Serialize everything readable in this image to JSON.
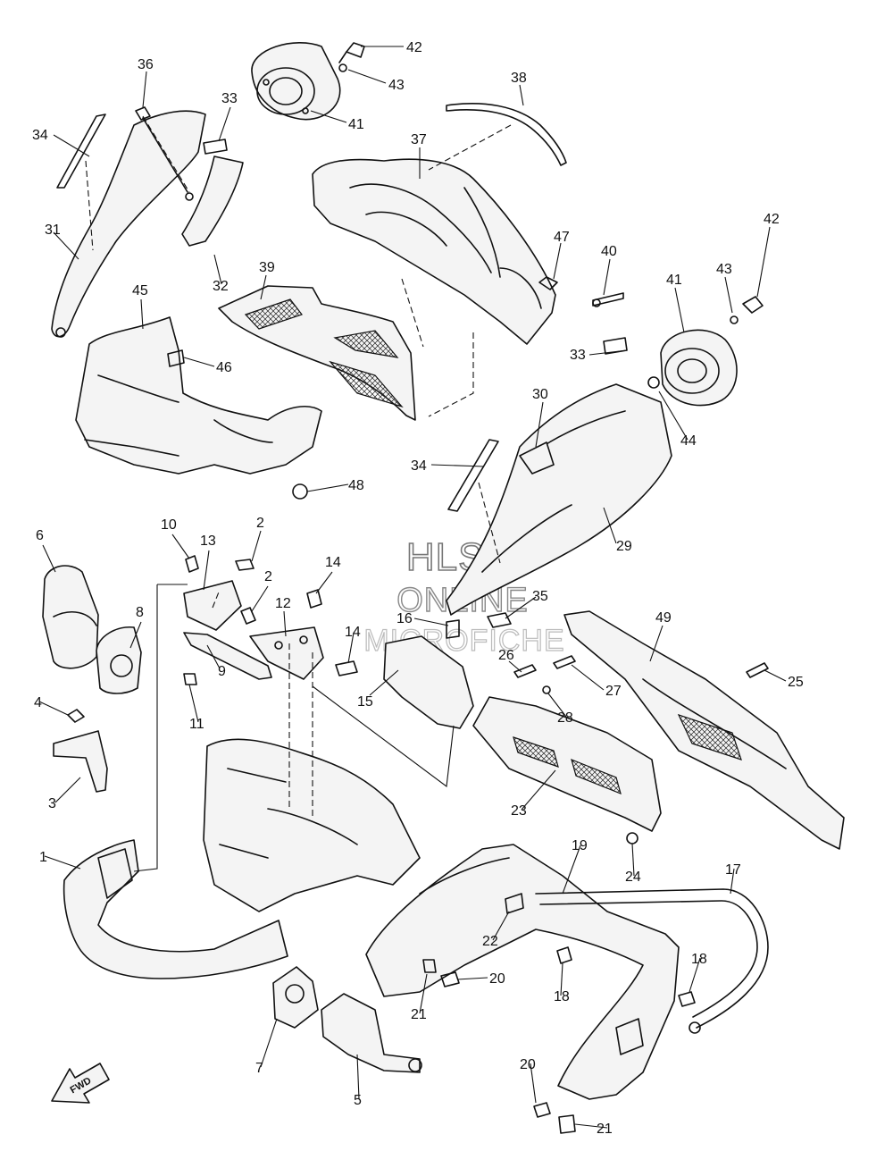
{
  "watermark": {
    "line1": "HLSM",
    "line2": "ONLINE",
    "line3": "MICROFICHE"
  },
  "fwd_label": "FWD",
  "callouts": [
    {
      "id": "c42a",
      "label": "42"
    },
    {
      "id": "c43a",
      "label": "43"
    },
    {
      "id": "c41a",
      "label": "41"
    },
    {
      "id": "c38",
      "label": "38"
    },
    {
      "id": "c36",
      "label": "36"
    },
    {
      "id": "c33a",
      "label": "33"
    },
    {
      "id": "c34a",
      "label": "34"
    },
    {
      "id": "c37",
      "label": "37"
    },
    {
      "id": "c31",
      "label": "31"
    },
    {
      "id": "c32",
      "label": "32"
    },
    {
      "id": "c47",
      "label": "47"
    },
    {
      "id": "c40",
      "label": "40"
    },
    {
      "id": "c42b",
      "label": "42"
    },
    {
      "id": "c43b",
      "label": "43"
    },
    {
      "id": "c41b",
      "label": "41"
    },
    {
      "id": "c39",
      "label": "39"
    },
    {
      "id": "c45",
      "label": "45"
    },
    {
      "id": "c46",
      "label": "46"
    },
    {
      "id": "c33b",
      "label": "33"
    },
    {
      "id": "c30",
      "label": "30"
    },
    {
      "id": "c44",
      "label": "44"
    },
    {
      "id": "c34b",
      "label": "34"
    },
    {
      "id": "c48",
      "label": "48"
    },
    {
      "id": "c29",
      "label": "29"
    },
    {
      "id": "c10",
      "label": "10"
    },
    {
      "id": "c2a",
      "label": "2"
    },
    {
      "id": "c6",
      "label": "6"
    },
    {
      "id": "c13",
      "label": "13"
    },
    {
      "id": "c14a",
      "label": "14"
    },
    {
      "id": "c2b",
      "label": "2"
    },
    {
      "id": "c8",
      "label": "8"
    },
    {
      "id": "c12",
      "label": "12"
    },
    {
      "id": "c35",
      "label": "35"
    },
    {
      "id": "c16",
      "label": "16"
    },
    {
      "id": "c49",
      "label": "49"
    },
    {
      "id": "c14b",
      "label": "14"
    },
    {
      "id": "c26",
      "label": "26"
    },
    {
      "id": "c9",
      "label": "9"
    },
    {
      "id": "c25",
      "label": "25"
    },
    {
      "id": "c27",
      "label": "27"
    },
    {
      "id": "c15",
      "label": "15"
    },
    {
      "id": "c4",
      "label": "4"
    },
    {
      "id": "c11",
      "label": "11"
    },
    {
      "id": "c28",
      "label": "28"
    },
    {
      "id": "c3",
      "label": "3"
    },
    {
      "id": "c23",
      "label": "23"
    },
    {
      "id": "c1",
      "label": "1"
    },
    {
      "id": "c19",
      "label": "19"
    },
    {
      "id": "c17",
      "label": "17"
    },
    {
      "id": "c24",
      "label": "24"
    },
    {
      "id": "c22",
      "label": "22"
    },
    {
      "id": "c18a",
      "label": "18"
    },
    {
      "id": "c20a",
      "label": "20"
    },
    {
      "id": "c18b",
      "label": "18"
    },
    {
      "id": "c21a",
      "label": "21"
    },
    {
      "id": "c7",
      "label": "7"
    },
    {
      "id": "c20b",
      "label": "20"
    },
    {
      "id": "c5",
      "label": "5"
    },
    {
      "id": "c21b",
      "label": "21"
    }
  ]
}
